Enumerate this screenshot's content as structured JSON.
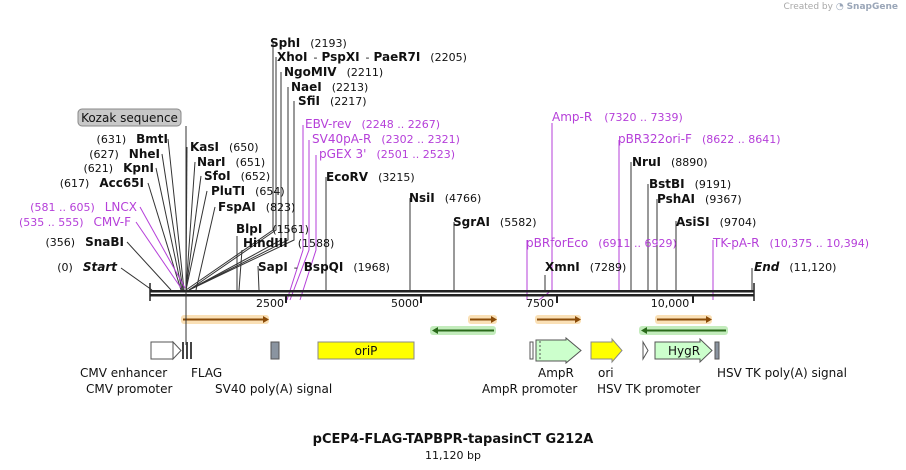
{
  "credit": {
    "prefix": "Created by",
    "brand": "SnapGene"
  },
  "title": "pCEP4-FLAG-TAPBPR-tapasinCT G212A",
  "subtitle": "11,120 bp",
  "colors": {
    "primer": "#b53fd9",
    "line": "#222222",
    "orf": "#e5a020",
    "orf_rev": "#3aa13a",
    "ori": "#ffff00",
    "hygr": "#ccffcc"
  },
  "restriction_sites": [
    {
      "name": "SphI",
      "pos": "(2193)"
    },
    {
      "name": "XhoI",
      "sep1": "-",
      "name2": "PspXI",
      "sep2": "-",
      "name3": "PaeR7I",
      "pos": "(2205)"
    },
    {
      "name": "NgoMIV",
      "pos": "(2211)"
    },
    {
      "name": "NaeI",
      "pos": "(2213)"
    },
    {
      "name": "SfiI",
      "pos": "(2217)"
    },
    {
      "name": "BmtI",
      "pos": "(631)"
    },
    {
      "name": "NheI",
      "pos": "(627)"
    },
    {
      "name": "KpnI",
      "pos": "(621)"
    },
    {
      "name": "Acc65I",
      "pos": "(617)"
    },
    {
      "name": "KasI",
      "pos": "(650)"
    },
    {
      "name": "NarI",
      "pos": "(651)"
    },
    {
      "name": "SfoI",
      "pos": "(652)"
    },
    {
      "name": "PluTI",
      "pos": "(654)"
    },
    {
      "name": "FspAI",
      "pos": "(823)"
    },
    {
      "name": "BlpI",
      "pos": "(1561)"
    },
    {
      "name": "HindIII",
      "pos": "(1588)"
    },
    {
      "name": "SapI",
      "sep1": "-",
      "name2": "BspQI",
      "pos": "(1968)"
    },
    {
      "name": "EcoRV",
      "pos": "(3215)"
    },
    {
      "name": "NsiI",
      "pos": "(4766)"
    },
    {
      "name": "SgrAI",
      "pos": "(5582)"
    },
    {
      "name": "XmnI",
      "pos": "(7289)"
    },
    {
      "name": "NruI",
      "pos": "(8890)"
    },
    {
      "name": "BstBI",
      "pos": "(9191)"
    },
    {
      "name": "PshAI",
      "pos": "(9367)"
    },
    {
      "name": "AsiSI",
      "pos": "(9704)"
    },
    {
      "name": "SnaBI",
      "pos": "(356)"
    },
    {
      "name": "Start",
      "pos": "(0)"
    },
    {
      "name": "End",
      "pos": "(11,120)"
    }
  ],
  "primers": [
    {
      "name": "EBV-rev",
      "range": "(2248 .. 2267)"
    },
    {
      "name": "SV40pA-R",
      "range": "(2302 .. 2321)"
    },
    {
      "name": "pGEX 3'",
      "range": "(2501 .. 2523)"
    },
    {
      "name": "LNCX",
      "range": "(581 .. 605)"
    },
    {
      "name": "CMV-F",
      "range": "(535 .. 555)"
    },
    {
      "name": "Amp-R",
      "range": "(7320 .. 7339)"
    },
    {
      "name": "pBR322ori-F",
      "range": "(8622 .. 8641)"
    },
    {
      "name": "pBRforEco",
      "range": "(6911 .. 6929)"
    },
    {
      "name": "TK-pA-R",
      "range": "(10,375 .. 10,394)"
    }
  ],
  "kozak": "Kozak sequence",
  "axis_ticks": [
    "2500",
    "5000",
    "7500",
    "10,000"
  ],
  "features": [
    {
      "label": "CMV enhancer"
    },
    {
      "label": "CMV promoter"
    },
    {
      "label": "FLAG"
    },
    {
      "label": "SV40 poly(A) signal"
    },
    {
      "label": "oriP"
    },
    {
      "label": "AmpR"
    },
    {
      "label": "AmpR promoter"
    },
    {
      "label": "ori"
    },
    {
      "label": "HSV TK promoter"
    },
    {
      "label": "HygR"
    },
    {
      "label": "HSV TK poly(A) signal"
    }
  ]
}
